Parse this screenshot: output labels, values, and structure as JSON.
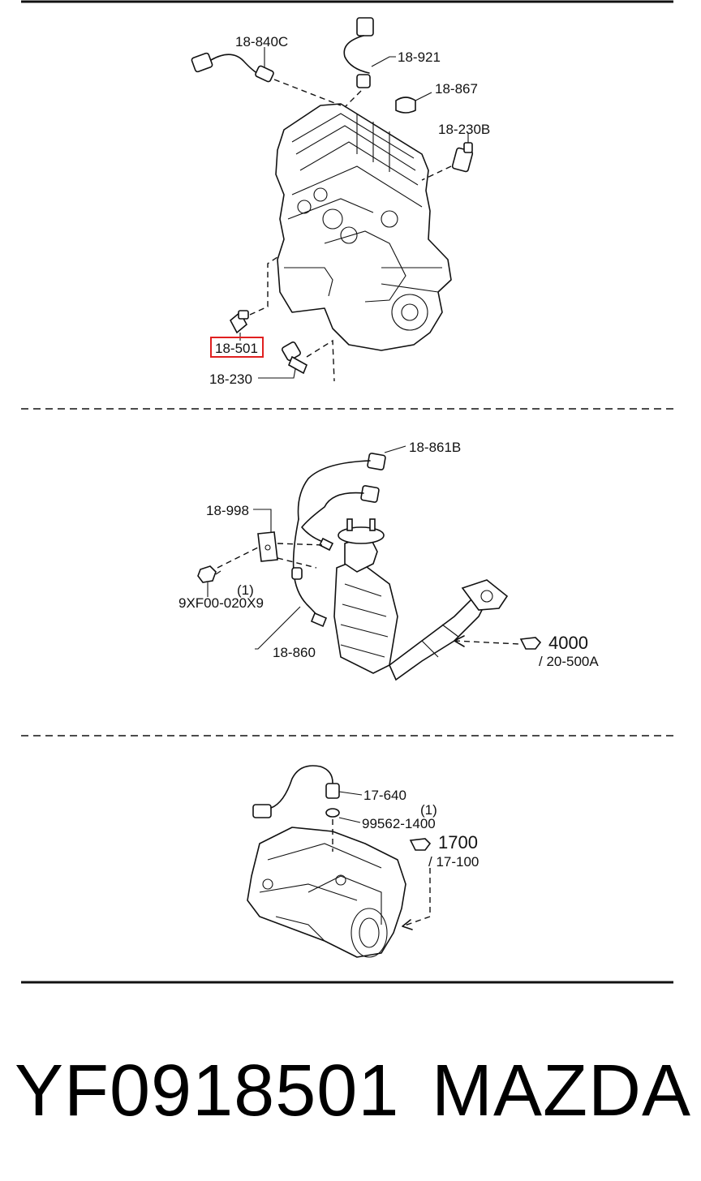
{
  "section1": {
    "labels": {
      "p18_840c": "18-840C",
      "p18_921": "18-921",
      "p18_867": "18-867",
      "p18_230b": "18-230B",
      "p18_501": "18-501",
      "p18_230": "18-230"
    },
    "highlight_color": "#e02020"
  },
  "section2": {
    "labels": {
      "p18_861b": "18-861B",
      "p18_998": "18-998",
      "qty": "(1)",
      "p9xf00": "9XF00-020X9",
      "p18_860": "18-860",
      "ref_main": "4000",
      "ref_sub": "/ 20-500A"
    }
  },
  "section3": {
    "labels": {
      "p17_640": "17-640",
      "qty": "(1)",
      "p99562": "99562-1400",
      "ref_main": "1700",
      "ref_sub": "/ 17-100"
    }
  },
  "footer": {
    "part_number": "YF0918501",
    "brand": "MAZDA"
  }
}
